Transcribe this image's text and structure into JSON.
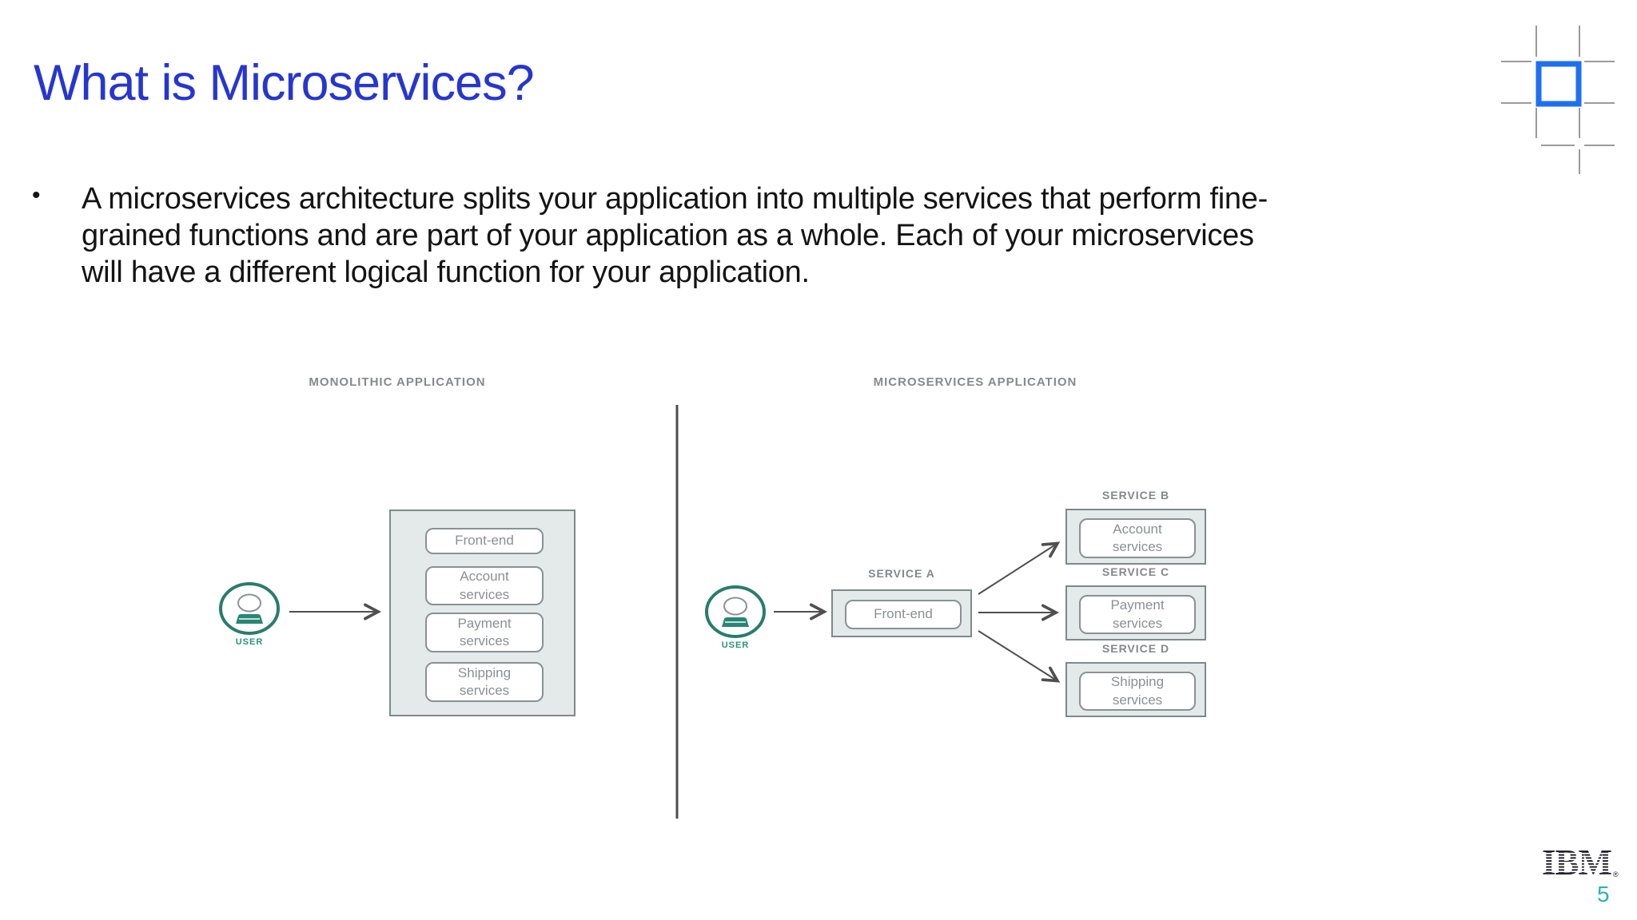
{
  "slide": {
    "title": "What is Microservices?",
    "bullet_glyph": "•",
    "bullet_text": "A microservices architecture splits your application into multiple services that perform fine-grained functions and are part of your application as a whole. Each of your microservices will have a different logical function for your application.",
    "page_number": "5",
    "brand_logo": "IBM",
    "brand_registered": "®"
  },
  "diagram": {
    "monolithic": {
      "title": "MONOLITHIC APPLICATION",
      "user_label": "USER",
      "services": [
        "Front-end",
        "Account services",
        "Payment services",
        "Shipping services"
      ]
    },
    "microservices": {
      "title": "MICROSERVICES APPLICATION",
      "user_label": "USER",
      "service_a": {
        "label": "SERVICE A",
        "service": "Front-end"
      },
      "targets": [
        {
          "label": "SERVICE B",
          "service": "Account services"
        },
        {
          "label": "SERVICE C",
          "service": "Payment services"
        },
        {
          "label": "SERVICE D",
          "service": "Shipping services"
        }
      ]
    }
  },
  "colors": {
    "title_blue": "#2636cf",
    "grid_icon_blue": "#1f6ff2",
    "user_teal": "#2a7c6b",
    "page_number_teal": "#2ab5a9",
    "diagram_label_gray": "#87898b",
    "box_fill_gray": "#e4e9e9",
    "arrow_gray": "#4f4f4f",
    "logo_dark": "#20202a"
  }
}
